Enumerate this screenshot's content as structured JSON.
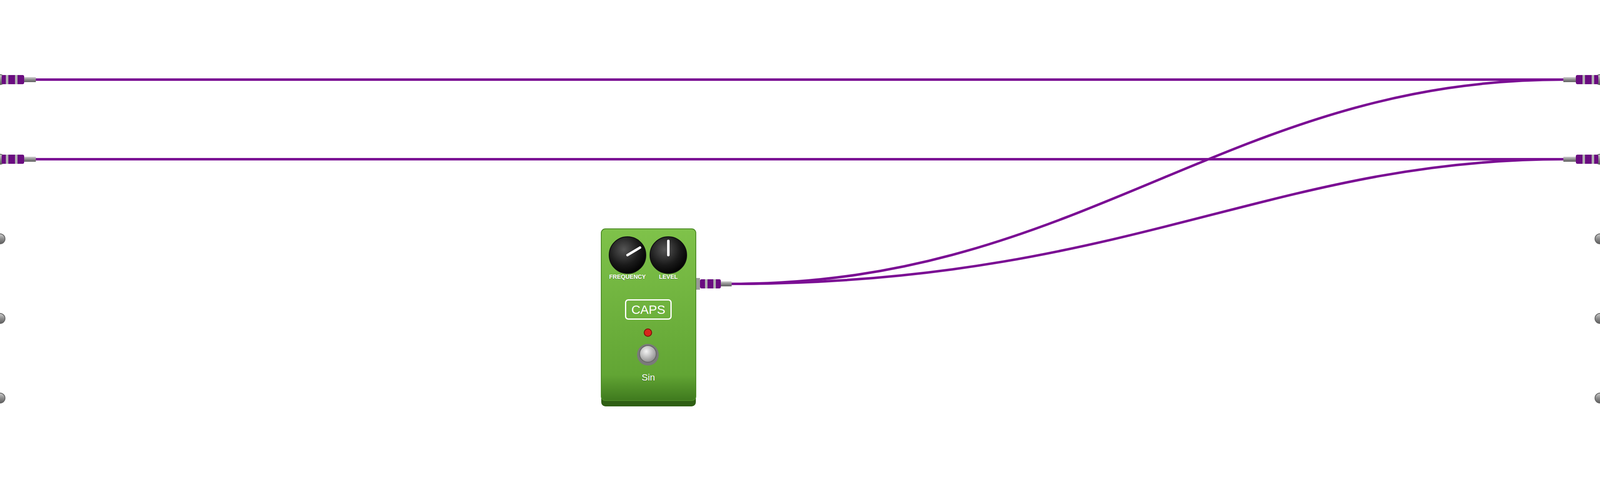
{
  "diagram": {
    "nodes": [
      {
        "text": [
          "FREQUENCY",
          "LEVEL",
          "Sin"
        ]
      },
      {
        "text": [
          "CAPS"
        ],
        "in": 0
      }
    ]
  }
}
